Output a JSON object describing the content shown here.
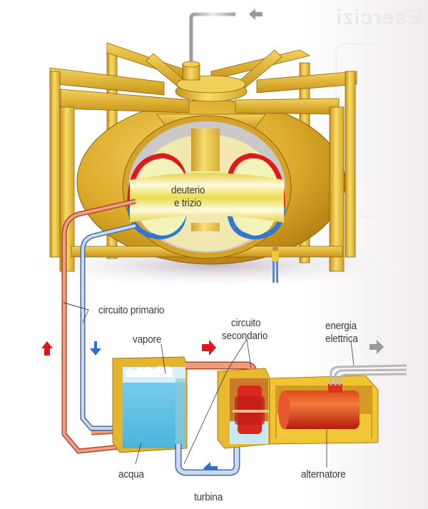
{
  "diagram": {
    "subject": "Reattore a fusione nucleare (tokamak) e centrale elettrica",
    "ghost_text": "Esercizi",
    "colors": {
      "structure_gold": "#e2b52a",
      "hot_circuit": "#e8604a",
      "cold_circuit": "#8fb4e6",
      "hot_arrow": "#e0161c",
      "cold_arrow": "#2a6fd1",
      "water": "#5cc0e4",
      "turbine": "#d9271f",
      "alternator": "#d82a14",
      "output_arrow": "#9a9a9a",
      "label_text": "#3a3a3a"
    },
    "labels": {
      "plasma": [
        "deuterio",
        "e trizio"
      ],
      "primary_circuit": "circuito primario",
      "steam": "vapore",
      "secondary_circuit": [
        "circuito",
        "secondario"
      ],
      "electric_energy": [
        "energia",
        "elettrica"
      ],
      "water": "acqua",
      "turbine": "turbina",
      "alternator": "alternatore"
    },
    "arrows": [
      {
        "name": "fuel-input-arrow",
        "direction": "left",
        "color": "gray"
      },
      {
        "name": "hot-flow-up-arrow",
        "direction": "up",
        "color": "red"
      },
      {
        "name": "cold-flow-down-arrow",
        "direction": "down",
        "color": "blue"
      },
      {
        "name": "steam-flow-right-arrow",
        "direction": "right",
        "color": "red"
      },
      {
        "name": "return-flow-left-arrow",
        "direction": "left",
        "color": "blue"
      },
      {
        "name": "electricity-output-arrow",
        "direction": "right",
        "color": "gray"
      }
    ]
  }
}
